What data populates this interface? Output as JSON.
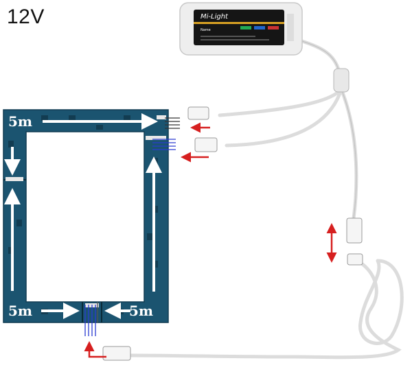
{
  "diagram": {
    "voltage_label": "12V",
    "controller": {
      "brand": "Mi-Light",
      "name_label": "Name"
    },
    "segments": [
      {
        "id": "top",
        "label": "5m"
      },
      {
        "id": "bottom-left",
        "label": "5m"
      },
      {
        "id": "bottom-right",
        "label": "5m"
      }
    ],
    "colors": {
      "strip": "#1b5470",
      "strip_dark": "#123d52",
      "arrow_white": "#ffffff",
      "arrow_red": "#d61f1f",
      "cable": "#e4e4e4"
    }
  }
}
